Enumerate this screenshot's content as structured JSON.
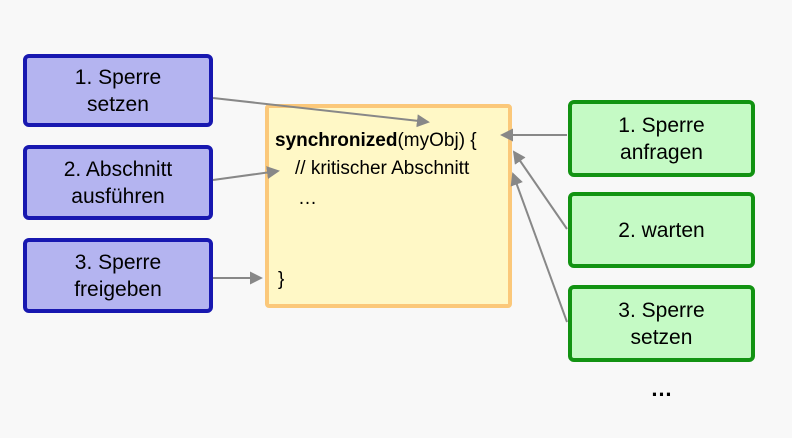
{
  "diagram": {
    "description_topic": "synchronized block locking steps",
    "left_steps": [
      {
        "label": "1. Sperre\nsetzen"
      },
      {
        "label": "2. Abschnitt\nausführen"
      },
      {
        "label": "3. Sperre\nfreigeben"
      }
    ],
    "right_steps": [
      {
        "label": "1. Sperre\nanfragen"
      },
      {
        "label": "2. warten"
      },
      {
        "label": "3. Sperre\nsetzen"
      }
    ],
    "code": {
      "keyword": "synchronized",
      "header_rest": "(myObj) {",
      "comment": "// kritischer Abschnitt",
      "ellipsis": "…",
      "closing_brace": "}"
    },
    "more_ellipsis": "…",
    "colors": {
      "background": "#f8f8f8",
      "left_box_fill": "#b4b4f0",
      "left_box_border": "#1818b0",
      "right_box_fill": "#c5fac5",
      "right_box_border": "#129312",
      "code_box_fill": "#fff8c6",
      "code_box_border": "#fbc87a",
      "arrow": "#888888",
      "text": "#000000"
    }
  }
}
